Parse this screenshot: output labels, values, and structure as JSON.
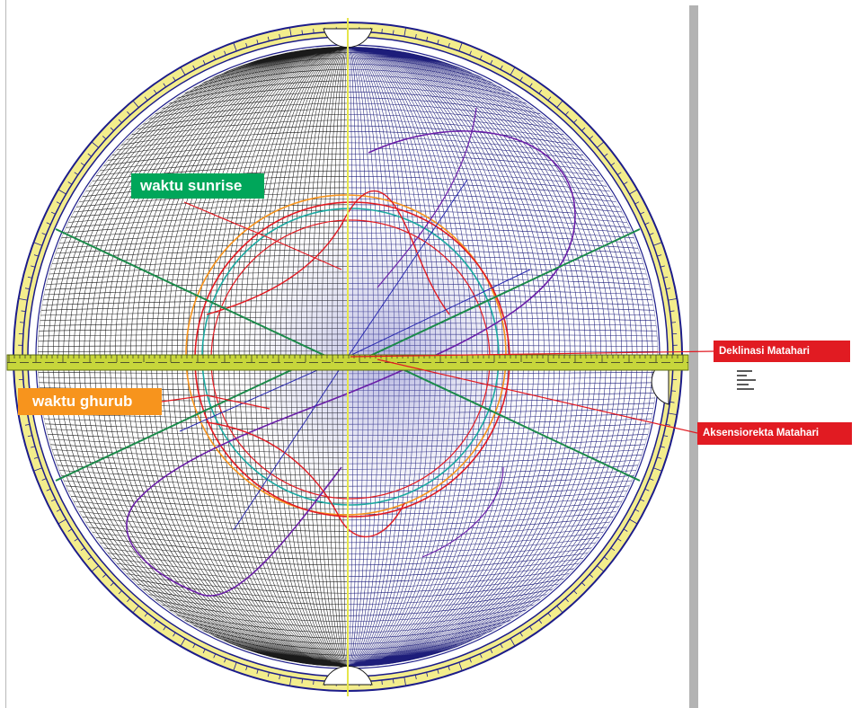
{
  "labels": {
    "sunrise": "waktu sunrise",
    "ghurub": "waktu ghurub",
    "deklinasi": "Deklinasi Matahari",
    "aksensiorekta": "Aksensiorekta Matahari"
  },
  "icons": {
    "align_icon": "align-left-icon"
  },
  "colors": {
    "ring_fill": "#f3ed8c",
    "ring_stroke": "#1c1c8a",
    "grid_dark": "#1a1a1a",
    "grid_blue": "#1d1d7a",
    "ruler": "#c7d63b",
    "meridian": "#e6e64a",
    "sunrise_tag": "#00a65a",
    "ghurub_tag": "#f7941d",
    "red_tag": "#e11b22",
    "purple_curve": "#6a1fa8",
    "red_curve": "#e11b22",
    "orange_curve": "#f7941d",
    "teal_curve": "#1aa8a0",
    "green_curve": "#1b8a4a"
  }
}
